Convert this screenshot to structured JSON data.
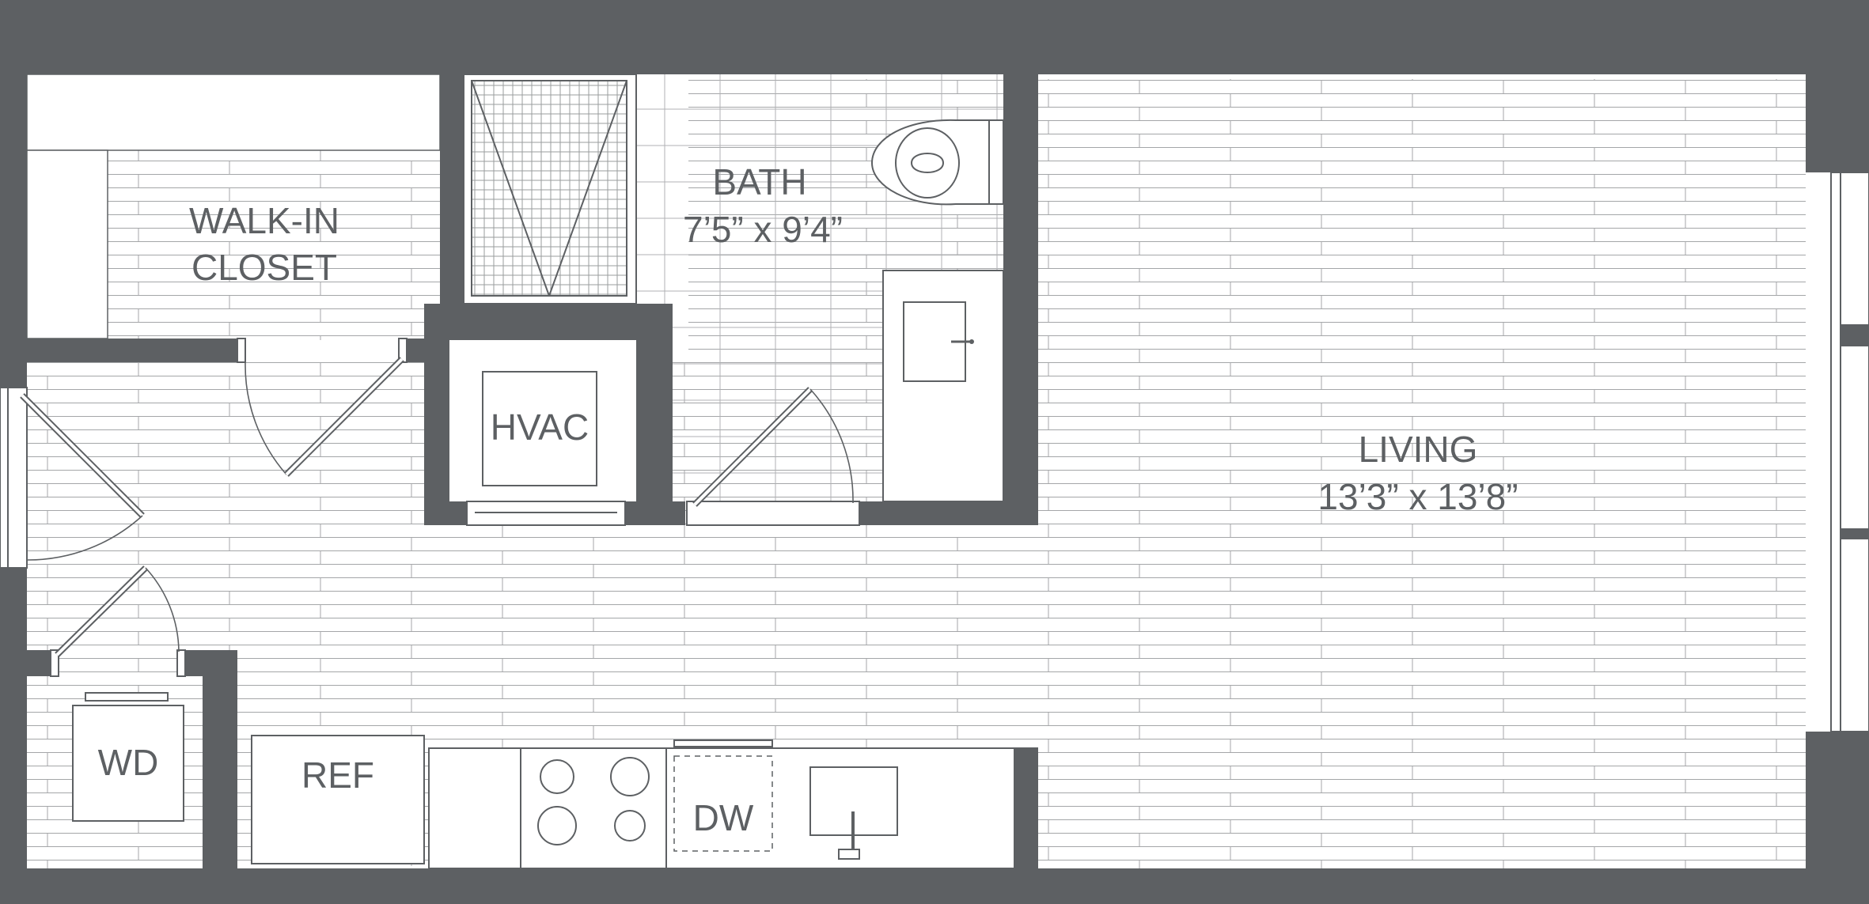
{
  "rooms": {
    "walk_in_closet": {
      "line1": "WALK-IN",
      "line2": "CLOSET"
    },
    "bath": {
      "name": "BATH",
      "dims": "7’5” x 9’4”"
    },
    "living": {
      "name": "LIVING",
      "dims": "13’3” x 13’8”"
    }
  },
  "fixtures": {
    "hvac": "HVAC",
    "washer_dryer": "WD",
    "refrigerator": "REF",
    "dishwasher": "DW"
  },
  "colors": {
    "wall": "#5d6063",
    "floor_lines": "#9a9c9e",
    "background": "#ffffff"
  }
}
